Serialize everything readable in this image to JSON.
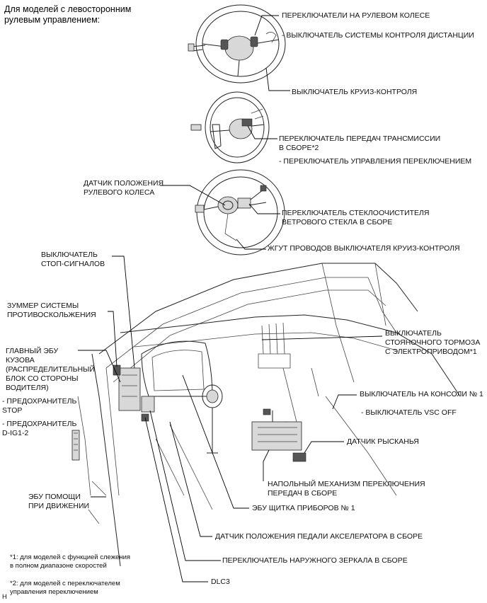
{
  "title": "Для моделей с левосторонним\nрулевым управлением:",
  "labels": {
    "steering_switches": "ПЕРЕКЛЮЧАТЕЛИ НА РУЛЕВОМ КОЛЕСЕ",
    "distance_control_switch": "- ВЫКЛЮЧАТЕЛЬ СИСТЕМЫ КОНТРОЛЯ ДИСТАНЦИИ",
    "cruise_control_switch": "ВЫКЛЮЧАТЕЛЬ КРУИЗ-КОНТРОЛЯ",
    "transmission_shift_switch": "ПЕРЕКЛЮЧАТЕЛЬ ПЕРЕДАЧ ТРАНСМИССИИ\nВ СБОРЕ*2",
    "shift_control_switch": "- ПЕРЕКЛЮЧАТЕЛЬ УПРАВЛЕНИЯ ПЕРЕКЛЮЧЕНИЕМ",
    "steering_angle_sensor": "ДАТЧИК ПОЛОЖЕНИЯ\nРУЛЕВОГО КОЛЕСА",
    "wiper_switch": "ПЕРЕКЛЮЧАТЕЛЬ СТЕКЛООЧИСТИТЕЛЯ\nВЕТРОВОГО СТЕКЛА В СБОРЕ",
    "cruise_harness": "ЖГУТ ПРОВОДОВ ВЫКЛЮЧАТЕЛЯ КРУИЗ-КОНТРОЛЯ",
    "stop_lamp_switch": "ВЫКЛЮЧАТЕЛЬ\nСТОП-СИГНАЛОВ",
    "skid_buzzer": "ЗУММЕР СИСТЕМЫ\nПРОТИВОСКОЛЬЖЕНИЯ",
    "main_body_ecu": "ГЛАВНЫЙ ЭБУ\nКУЗОВА\n(РАСПРЕДЕЛИТЕЛЬНЫЙ\nБЛОК СО СТОРОНЫ\nВОДИТЕЛЯ)",
    "fuse_stop": "- ПРЕДОХРАНИТЕЛЬ\nSTOP",
    "fuse_dig": "- ПРЕДОХРАНИТЕЛЬ\nD-IG1-2",
    "driving_support_ecu": "ЭБУ ПОМОЩИ\nПРИ ДВИЖЕНИИ",
    "parking_brake_switch": "ВЫКЛЮЧАТЕЛЬ\nСТОЯНОЧНОГО ТОРМОЗА\nС ЭЛЕКТРОПРИВОДОМ*1",
    "console_switch": "ВЫКЛЮЧАТЕЛЬ НА КОНСОЛИ № 1",
    "vsc_off_switch": "- ВЫКЛЮЧАТЕЛЬ VSC OFF",
    "yaw_rate_sensor": "ДАТЧИК РЫСКАНЬЯ",
    "floor_shift": "НАПОЛЬНЫЙ МЕХАНИЗМ ПЕРЕКЛЮЧЕНИЯ\nПЕРЕДАЧ В СБОРЕ",
    "meter_ecu": "ЭБУ ЩИТКА ПРИБОРОВ № 1",
    "accel_pedal_sensor": "ДАТЧИК ПОЛОЖЕНИЯ ПЕДАЛИ АКСЕЛЕРАТОРА В СБОРЕ",
    "outer_mirror_switch": "ПЕРЕКЛЮЧАТЕЛЬ НАРУЖНОГО ЗЕРКАЛА В СБОРЕ",
    "dlc3": "DLC3"
  },
  "notes": {
    "n1": "*1: для моделей с функцией слежения\nв полном диапазоне скоростей",
    "n2": "*2: для моделей с переключателем\nуправления переключением"
  },
  "corner_mark": "H"
}
